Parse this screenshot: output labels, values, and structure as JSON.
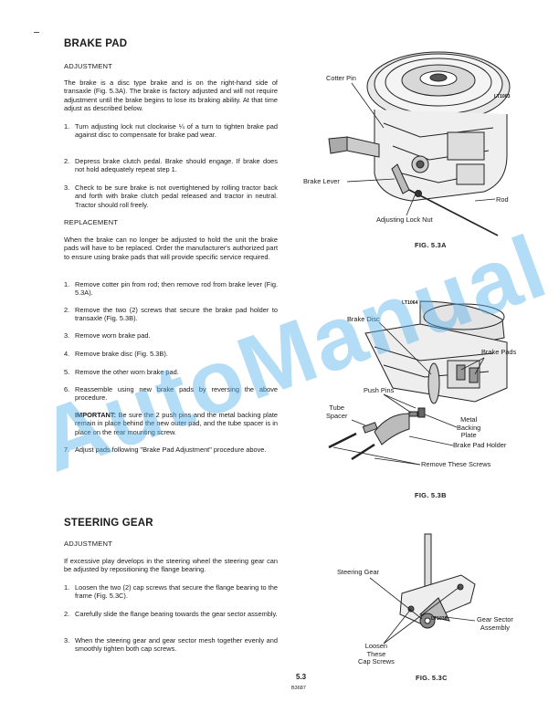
{
  "brake_pad": {
    "title": "BRAKE PAD",
    "adjustment_heading": "ADJUSTMENT",
    "intro": "The brake is a disc type brake and is on the right-hand side of transaxle (Fig. 5.3A). The brake is factory adjusted and will not require adjustment until the brake begins to lose its braking ability. At that time adjust as described below.",
    "adjust_steps": [
      {
        "num": "1.",
        "text": "Turn adjusting lock nut clockwise ¼ of a turn to tighten brake pad against disc to compensate for brake pad wear."
      },
      {
        "num": "2.",
        "text": "Depress brake clutch pedal. Brake should engage. If brake does not hold adequately repeat step 1."
      },
      {
        "num": "3.",
        "text": "Check to be sure brake is not overtightened by rolling tractor back and forth with brake clutch pedal released and tractor in neutral. Tractor should roll freely."
      }
    ],
    "replacement_heading": "REPLACEMENT",
    "replacement_intro": "When the brake can no longer be adjusted to hold the unit the brake pads will have to be replaced. Order the manufacturer's authorized part to ensure using brake pads that will provide specific service required.",
    "replace_steps": [
      {
        "num": "1.",
        "text": "Remove cotter pin from rod; then remove rod from brake lever (Fig. 5.3A)."
      },
      {
        "num": "2.",
        "text": "Remove the two (2) screws that secure the brake pad holder to transaxle (Fig. 5.3B)."
      },
      {
        "num": "3.",
        "text": "Remove worn brake pad."
      },
      {
        "num": "4.",
        "text": "Remove brake disc (Fig. 5.3B)."
      },
      {
        "num": "5.",
        "text": "Remove the other worn brake pad."
      },
      {
        "num": "6.",
        "text": "Reassemble using new brake pads by reversing the above procedure."
      }
    ],
    "important_label": "IMPORTANT:",
    "important_text": " Be sure the 2 push pins and the metal backing plate remain in place behind the new outer pad, and the tube spacer is in place on the rear mounting screw.",
    "step7": {
      "num": "7.",
      "text": "Adjust pads following \"Brake Pad Adjustment\" procedure above."
    }
  },
  "steering_gear": {
    "title": "STEERING GEAR",
    "adjustment_heading": "ADJUSTMENT",
    "intro": "If excessive play develops in the steering wheel the steering gear can be adjusted by repositioning the flange bearing.",
    "steps": [
      {
        "num": "1.",
        "text": "Loosen the two (2) cap screws that secure the flange bearing to the frame (Fig. 5.3C)."
      },
      {
        "num": "2.",
        "text": "Carefully slide the flange bearing towards the gear sector assembly."
      },
      {
        "num": "3.",
        "text": "When the steering gear and gear sector mesh together evenly and smoothly tighten both cap screws."
      }
    ]
  },
  "fig_a": {
    "caption": "FIG. 5.3A",
    "ref": "LT1063",
    "labels": {
      "cotter_pin": "Cotter Pin",
      "brake_lever": "Brake Lever",
      "rod": "Rod",
      "adjusting_lock_nut": "Adjusting Lock Nut"
    }
  },
  "fig_b": {
    "caption": "FIG. 5.3B",
    "ref": "LT1064",
    "labels": {
      "brake_disc": "Brake Disc",
      "brake_pads": "Brake Pads",
      "push_pins": "Push Pins",
      "tube_spacer": "Tube\nSpacer",
      "metal_backing_plate": "Metal\nBacking\nPlate",
      "brake_pad_holder": "Brake Pad Holder",
      "remove_screws": "Remove These Screws"
    }
  },
  "fig_c": {
    "caption": "FIG. 5.3C",
    "ref": "LT1038",
    "labels": {
      "steering_gear": "Steering Gear",
      "gear_sector": "Gear Sector\nAssembly",
      "loosen": "Loosen\nThese\nCap Screws"
    }
  },
  "footer": {
    "page_number": "5.3",
    "doc_code": "B3687"
  },
  "watermark": {
    "text": "AutoManual",
    "color": "#59b3ee"
  }
}
